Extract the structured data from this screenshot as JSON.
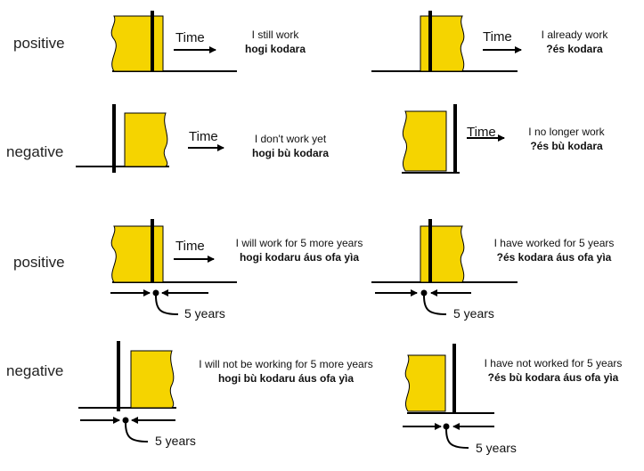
{
  "row_labels": {
    "positive_1": "positive",
    "negative_1": "negative",
    "positive_2": "positive",
    "negative_2": "negative"
  },
  "time_label": "Time",
  "years_label": "5 years",
  "captions": {
    "still_en": "I still work",
    "still_tr": "hogi kodara",
    "already_en": "I already work",
    "already_tr": "?és kodara",
    "notyet_en": "I don't work yet",
    "notyet_tr": "hogi bù kodara",
    "nolonger_en": "I no longer work",
    "nolonger_tr": "?és bù kodara",
    "willwork_en": "I will work for 5 more years",
    "willwork_tr": "hogi kodaru áus ofa yìa",
    "haveworked_en": "I have worked for 5 years",
    "haveworked_tr": "?és kodara áus ofa yìa",
    "willnot_en": "I will not be working for 5 more years",
    "willnot_tr": "hogi bù kodaru áus ofa yìa",
    "havenot_en": "I have not worked for 5 years",
    "havenot_tr": "?és bù kodara áus ofa yìa"
  },
  "colors": {
    "fill": "#F5D400",
    "stroke": "#000000"
  }
}
